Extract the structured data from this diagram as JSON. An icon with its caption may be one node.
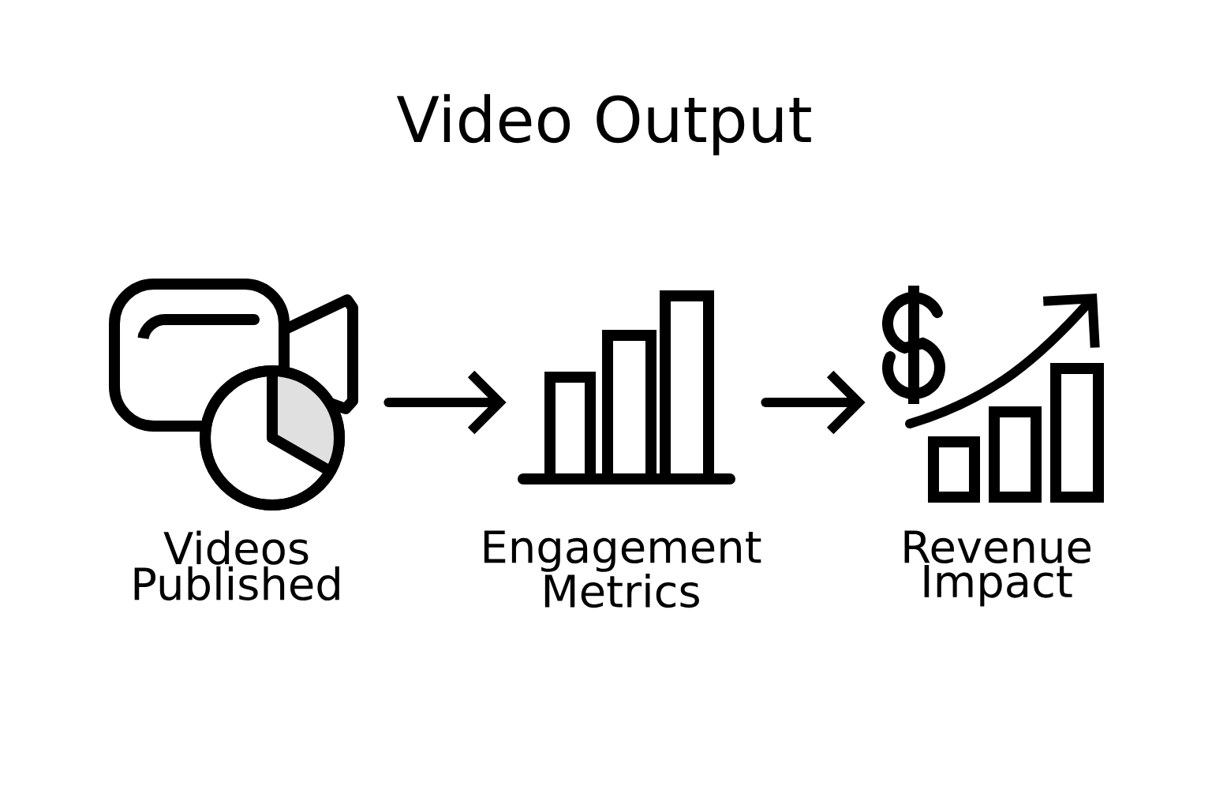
{
  "diagram": {
    "title": "Video Output",
    "nodes": [
      {
        "text": [
          "Videos Published"
        ]
      },
      {
        "text": [
          "Engagement Metrics"
        ]
      },
      {
        "text": [
          "Revenue Impact"
        ]
      }
    ],
    "edges": [
      {
        "from": 0,
        "to": 1,
        "arrow": "to"
      },
      {
        "from": 1,
        "to": 2,
        "arrow": "to"
      }
    ]
  }
}
